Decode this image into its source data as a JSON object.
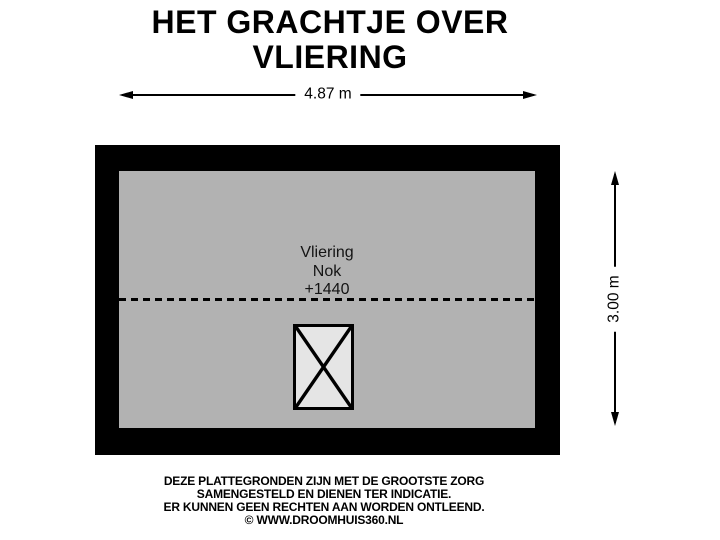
{
  "colors": {
    "background": "#ffffff",
    "wall": "#000000",
    "floor": "#b2b2b2",
    "hatch_fill": "#e5e5e5",
    "ink": "#000000",
    "dim_label_bg": "#ffffff"
  },
  "title": {
    "line1": "HET GRACHTJE OVER",
    "line2": "VLIERING"
  },
  "dimensions": {
    "width": {
      "label": "4.87 m"
    },
    "height": {
      "label": "3.00 m"
    }
  },
  "room": {
    "name": "Vliering",
    "sublabel": "Nok",
    "elevation": "+1440"
  },
  "symbols": {
    "hatch": "loft-access-hatch-cross"
  },
  "footer": {
    "lines": [
      "DEZE PLATTEGRONDEN ZIJN MET DE GROOTSTE ZORG",
      "SAMENGESTELD EN DIENEN TER INDICATIE.",
      "ER KUNNEN GEEN RECHTEN AAN WORDEN ONTLEEND.",
      "© WWW.DROOMHUIS360.NL"
    ]
  }
}
